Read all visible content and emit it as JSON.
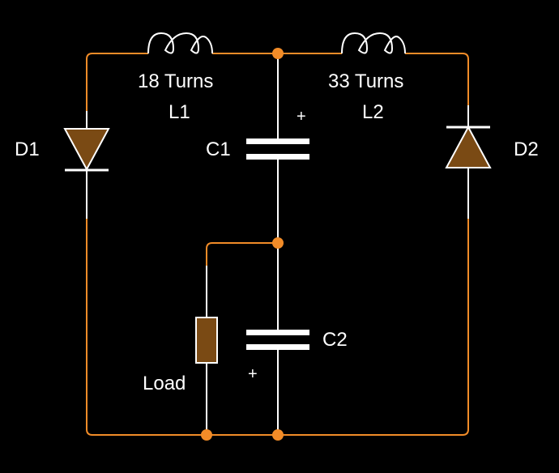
{
  "labels": {
    "l1_turns": "18 Turns",
    "l1_name": "L1",
    "l2_turns": "33 Turns",
    "l2_name": "L2",
    "d1": "D1",
    "d2": "D2",
    "c1": "C1",
    "c2": "C2",
    "load": "Load",
    "c1_polarity": "+",
    "c2_polarity": "+"
  },
  "colors": {
    "background": "#000000",
    "wire": "#f28c28",
    "component_lead": "#ffffff",
    "diode_body": "#7a4a14",
    "resistor_body": "#7a4a14",
    "junction_dot": "#f28c28"
  }
}
